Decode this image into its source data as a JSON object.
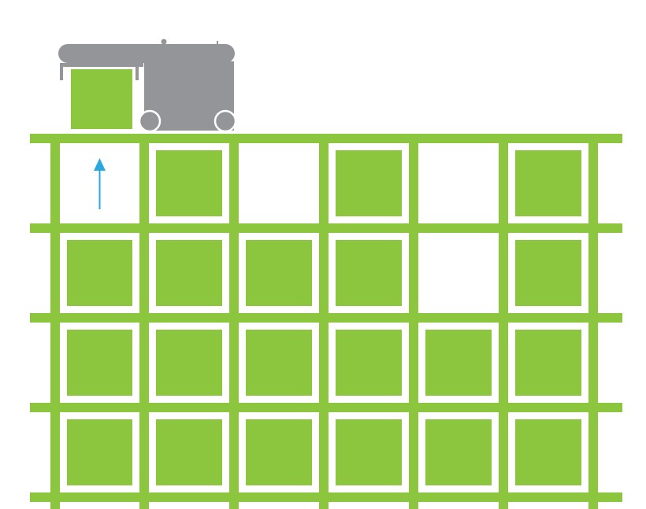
{
  "colors": {
    "grid": "#8cc63f",
    "tote": "#8cc63f",
    "robot": "#939598",
    "arrow": "#29a8e0",
    "background": "#ffffff"
  },
  "robot": {
    "icon": "storage-robot-icon",
    "carrying_tote": true,
    "column": 1
  },
  "arrow": {
    "icon": "arrow-up-icon",
    "direction": "up",
    "column": 1,
    "row": 1
  },
  "grid": {
    "rows": 4,
    "columns": 6,
    "cells": [
      [
        false,
        true,
        false,
        true,
        false,
        true
      ],
      [
        true,
        true,
        true,
        true,
        false,
        true
      ],
      [
        true,
        true,
        true,
        true,
        true,
        true
      ],
      [
        true,
        true,
        true,
        true,
        true,
        true
      ]
    ]
  }
}
